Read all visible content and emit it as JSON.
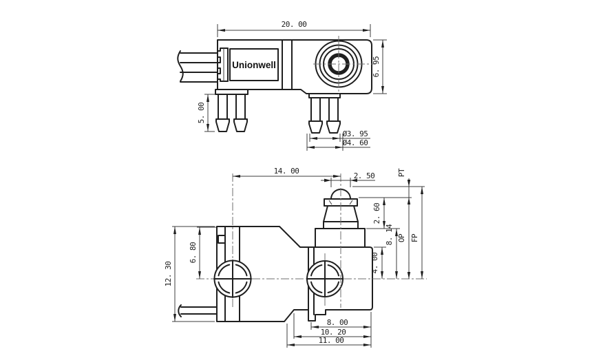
{
  "brand": "Unionwell",
  "top_view": {
    "width": "20. 00",
    "height": "6. 95",
    "terminal_length": "5. 00",
    "terminal_dia": "Ø3. 95",
    "terminal_base_dia": "Ø4. 60"
  },
  "front_view": {
    "center_to_plunger": "14. 00",
    "plunger_dia": "2. 50",
    "pretravel_label": "PT",
    "operating_label": "OP",
    "free_label": "FP",
    "plunger_exposed": "2. 60",
    "step_top_to_center": "8. 14",
    "body_top_to_center": "4. 00",
    "top_to_hole_center": "6. 80",
    "body_height": "12. 30",
    "base_inner_width": "8. 00",
    "base_mid_width": "10. 20",
    "base_outer_width": "11. 00"
  }
}
